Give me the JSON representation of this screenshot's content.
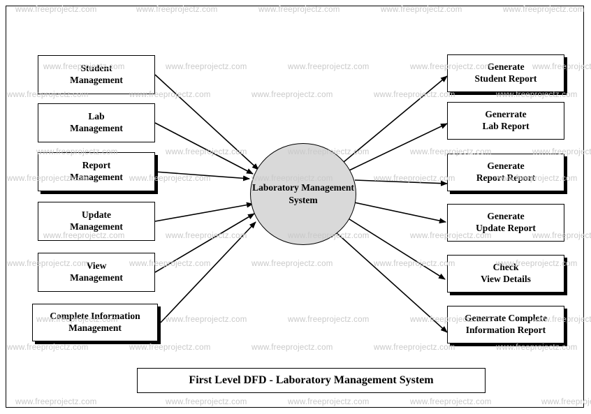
{
  "diagram": {
    "title": "First Level DFD - Laboratory Management System",
    "process": {
      "label": "Laboratory\nManagement\nSystem",
      "line1": "Laboratory",
      "line2": "Management",
      "line3": "System",
      "fill": "#d9d9d9",
      "stroke": "#000000"
    },
    "inputs": [
      {
        "line1": "Student",
        "line2": "Management",
        "shadow": false
      },
      {
        "line1": "Lab",
        "line2": "Management",
        "shadow": false
      },
      {
        "line1": "Report",
        "line2": "Management",
        "shadow": true
      },
      {
        "line1": "Update",
        "line2": "Management",
        "shadow": false
      },
      {
        "line1": "View",
        "line2": "Management",
        "shadow": false
      },
      {
        "line1": "Complete Information",
        "line2": "Management",
        "shadow": true
      }
    ],
    "outputs": [
      {
        "line1": "Generate",
        "line2": "Student Report",
        "shadow": true
      },
      {
        "line1": "Generrate",
        "line2": "Lab Report",
        "shadow": false
      },
      {
        "line1": "Generate",
        "line2": "Report Report",
        "shadow": true
      },
      {
        "line1": "Generate",
        "line2": "Update Report",
        "shadow": false
      },
      {
        "line1": "Check",
        "line2": "View Details",
        "shadow": true
      },
      {
        "line1": "Generrate Complete",
        "line2": "Information Report",
        "shadow": true
      }
    ],
    "watermark_text": "www.freeprojectz.com",
    "watermark_color": "#c9c9c9"
  }
}
